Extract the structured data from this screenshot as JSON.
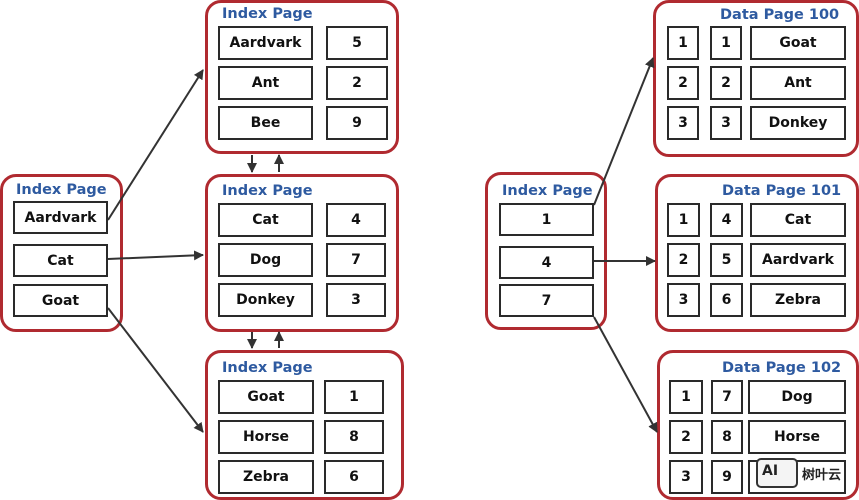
{
  "colors": {
    "page_border": "#b02a30",
    "title": "#2e5aa0",
    "cell_border": "#2a2a2a",
    "arrow": "#333333"
  },
  "pages": [
    {
      "id": "idx-root",
      "title": "Index Page",
      "rows": [
        [
          "Aardvark"
        ],
        [
          "Cat"
        ],
        [
          "Goat"
        ]
      ]
    },
    {
      "id": "idx-1",
      "title": "Index Page",
      "rows": [
        [
          "Aardvark",
          "5"
        ],
        [
          "Ant",
          "2"
        ],
        [
          "Bee",
          "9"
        ]
      ]
    },
    {
      "id": "idx-2",
      "title": "Index Page",
      "rows": [
        [
          "Cat",
          "4"
        ],
        [
          "Dog",
          "7"
        ],
        [
          "Donkey",
          "3"
        ]
      ]
    },
    {
      "id": "idx-3",
      "title": "Index Page",
      "rows": [
        [
          "Goat",
          "1"
        ],
        [
          "Horse",
          "8"
        ],
        [
          "Zebra",
          "6"
        ]
      ]
    },
    {
      "id": "idx-right",
      "title": "Index Page",
      "rows": [
        [
          "1"
        ],
        [
          "4"
        ],
        [
          "7"
        ]
      ]
    },
    {
      "id": "data-100",
      "title": "Data Page 100",
      "rows": [
        [
          "1",
          "1",
          "Goat"
        ],
        [
          "2",
          "2",
          "Ant"
        ],
        [
          "3",
          "3",
          "Donkey"
        ]
      ]
    },
    {
      "id": "data-101",
      "title": "Data Page 101",
      "rows": [
        [
          "1",
          "4",
          "Cat"
        ],
        [
          "2",
          "5",
          "Aardvark"
        ],
        [
          "3",
          "6",
          "Zebra"
        ]
      ]
    },
    {
      "id": "data-102",
      "title": "Data Page 102",
      "rows": [
        [
          "1",
          "7",
          "Dog"
        ],
        [
          "2",
          "8",
          "Horse"
        ],
        [
          "3",
          "9",
          ""
        ]
      ]
    }
  ],
  "watermark": {
    "logo_text": "AI",
    "text": "树叶云"
  }
}
